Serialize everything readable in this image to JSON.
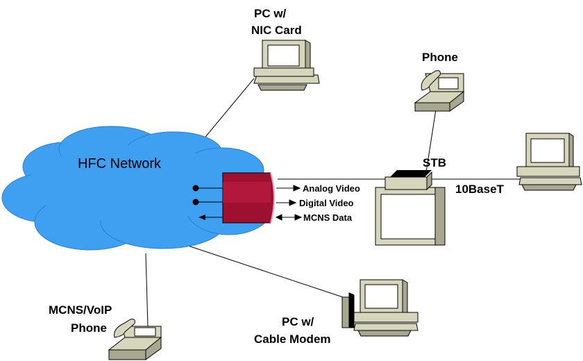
{
  "diagram": {
    "cloud_label": "HFC Network",
    "signals": [
      "Analog Video",
      "Digital Video",
      "MCNS Data"
    ],
    "labels": {
      "pc_nic": [
        "PC w/",
        "NIC Card"
      ],
      "phone": "Phone",
      "stb": "STB",
      "tenbaset": "10BaseT",
      "mcns_voip": [
        "MCNS/VoIP",
        "Phone"
      ],
      "pc_modem": [
        "PC w/",
        "Cable Modem"
      ]
    }
  },
  "colors": {
    "cloud": "#3f9ff0",
    "device_beige": "#d6d6bd",
    "device_dark": "#a8a890",
    "converter": "#9e1030",
    "line": "#000000"
  },
  "icons": [
    "cloud-icon",
    "converter-icon",
    "pc-icon",
    "phone-icon",
    "set-top-box-icon",
    "tv-icon"
  ]
}
